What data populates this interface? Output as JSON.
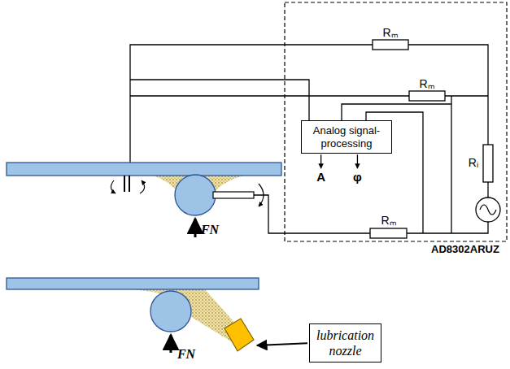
{
  "diagram": {
    "nodes": [
      {
        "text": [
          "Analog signal-processing"
        ]
      },
      {
        "text": [
          "lubrication nozzle"
        ]
      }
    ],
    "labels": [
      "Rₘ",
      "Rₘ",
      "Rᵢ",
      "Rₘ",
      "A",
      "φ",
      "FN",
      "AD8302ARUZ",
      "FN"
    ]
  }
}
